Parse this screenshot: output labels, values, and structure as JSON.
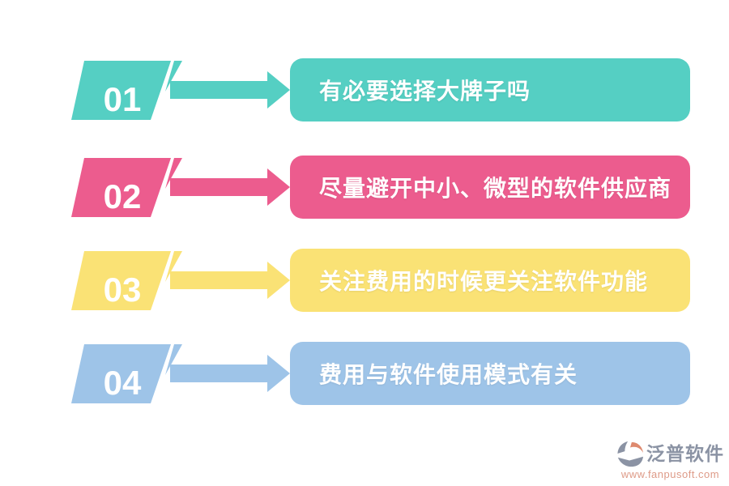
{
  "steps": [
    {
      "number": "01",
      "label": "有必要选择大牌子吗",
      "color": "#55CFC3"
    },
    {
      "number": "02",
      "label": "尽量避开中小、微型的软件供应商",
      "color": "#EC5C8E"
    },
    {
      "number": "03",
      "label": "关注费用的时候更关注软件功能",
      "color": "#FAE275"
    },
    {
      "number": "04",
      "label": "费用与软件使用模式有关",
      "color": "#9EC4E8"
    }
  ],
  "footer": {
    "brand": "泛普软件",
    "url": "www.fanpusoft.com",
    "brand_color": "#8B93A4",
    "url_color": "#DE9B88",
    "icon_gray": "#8B93A4",
    "icon_orange": "#DE8A6F"
  }
}
